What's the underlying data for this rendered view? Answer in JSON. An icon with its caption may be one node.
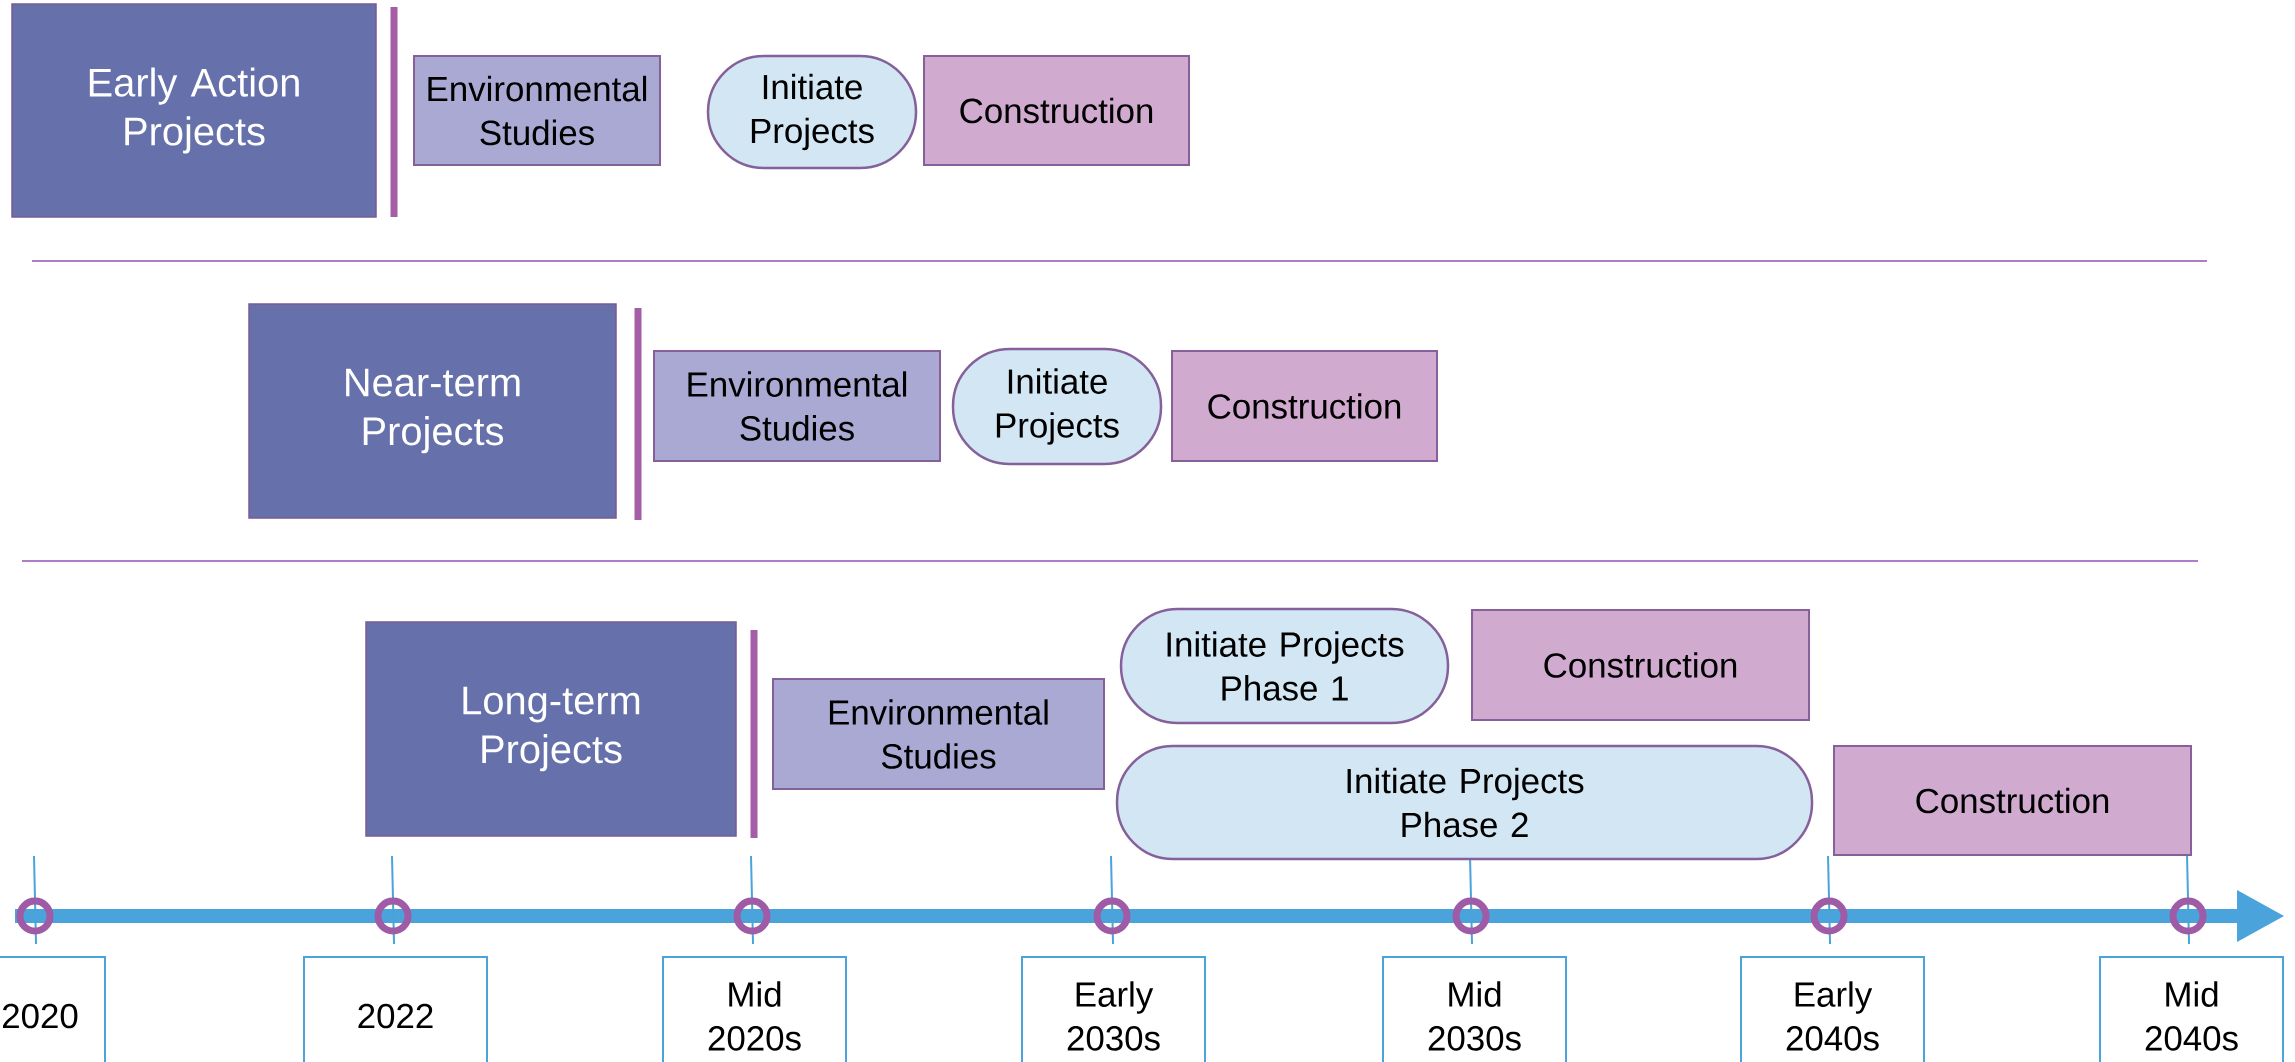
{
  "diagram": {
    "nodes": [
      {
        "text": [
          "Early Action Projects"
        ]
      },
      {
        "text": [
          "Environmental Studies"
        ]
      },
      {
        "text": [
          "Initiate Projects"
        ]
      },
      {
        "text": [
          "Construction"
        ]
      },
      {
        "text": [
          "Near-term Projects"
        ]
      },
      {
        "text": [
          "Environmental Studies"
        ]
      },
      {
        "text": [
          "Initiate Projects"
        ]
      },
      {
        "text": [
          "Construction"
        ]
      },
      {
        "text": [
          "Long-term Projects"
        ]
      },
      {
        "text": [
          "Environmental Studies"
        ]
      },
      {
        "text": [
          "Initiate Projects Phase 1"
        ]
      },
      {
        "text": [
          "Construction"
        ]
      },
      {
        "text": [
          "Initiate Projects Phase 2"
        ]
      },
      {
        "text": [
          "Construction"
        ]
      },
      {
        "text": [
          "2020"
        ]
      },
      {
        "text": [
          "2022"
        ]
      },
      {
        "text": [
          "Mid 2020s"
        ]
      },
      {
        "text": [
          "Early 2030s"
        ]
      },
      {
        "text": [
          "Mid 2030s"
        ]
      },
      {
        "text": [
          "Early 2040s"
        ]
      },
      {
        "text": [
          "Mid 2040s"
        ]
      }
    ]
  }
}
